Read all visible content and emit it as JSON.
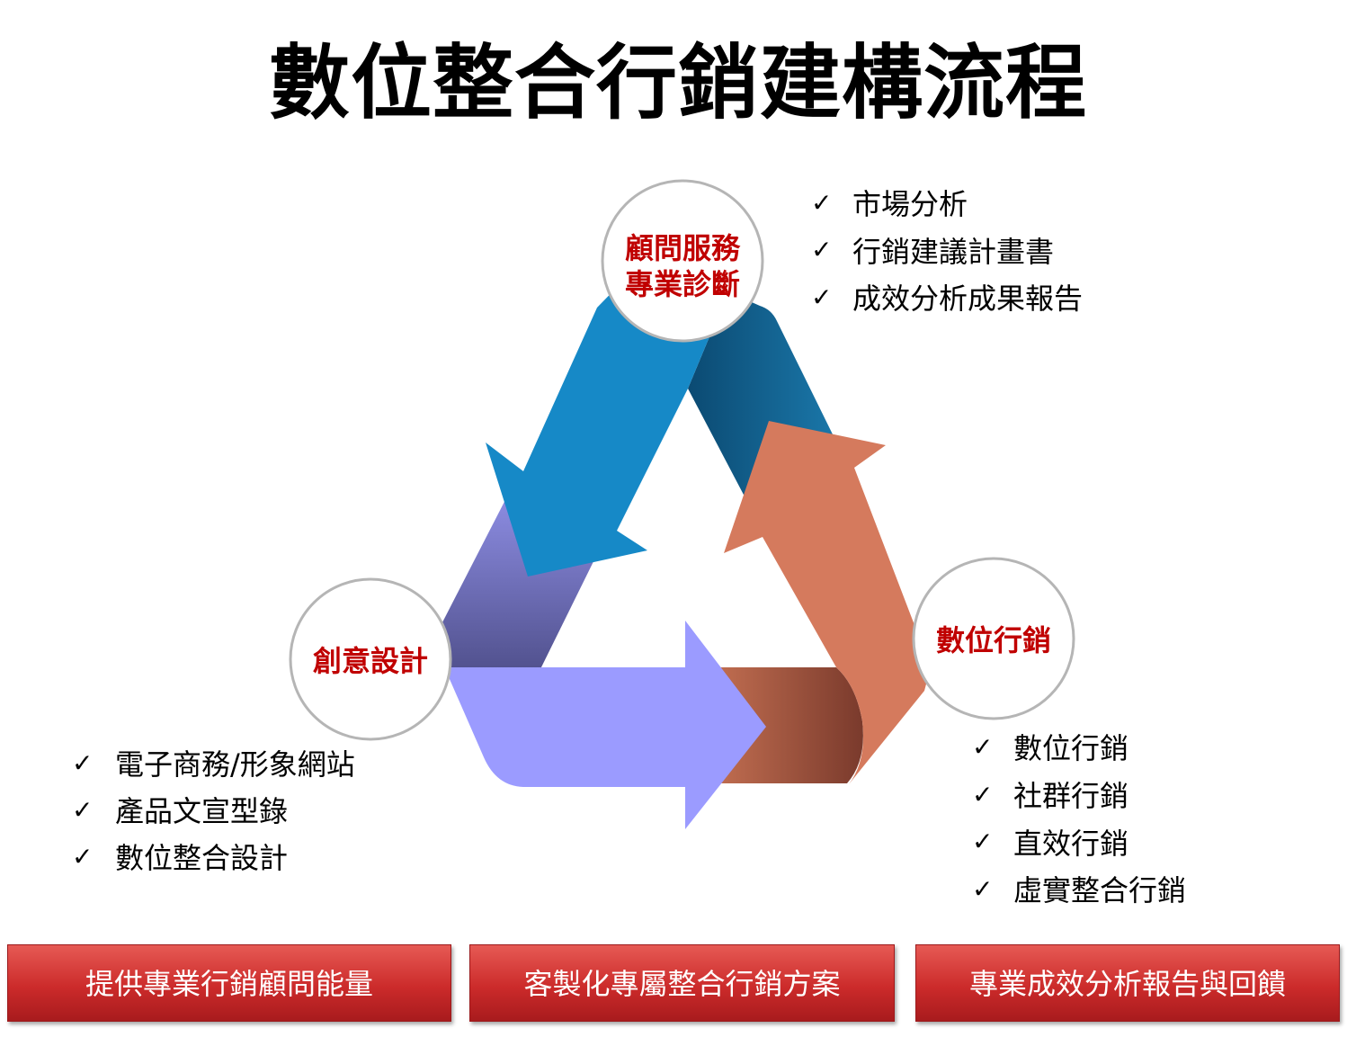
{
  "title": "數位整合行銷建構流程",
  "cycle": {
    "consulting": {
      "lines": [
        "顧問服務",
        "專業診斷"
      ]
    },
    "design": {
      "label": "創意設計"
    },
    "marketing": {
      "label": "數位行銷"
    }
  },
  "check_glyph": "✓",
  "checklists": {
    "consulting": [
      "市場分析",
      "行銷建議計畫書",
      "成效分析成果報告"
    ],
    "design": [
      "電子商務/形象網站",
      "產品文宣型錄",
      "數位整合設計"
    ],
    "marketing": [
      "數位行銷",
      "社群行銷",
      "直效行銷",
      "虛實整合行銷"
    ]
  },
  "banners": [
    "提供專業行銷顧問能量",
    "客製化專屬整合行銷方案",
    "專業成效分析報告與回饋"
  ],
  "colors": {
    "node_label": "#c00000",
    "arrow_blue": "#1689c7",
    "blue_fold_start": "#0b4a72",
    "blue_fold_end": "#1a76a8",
    "arrow_orange": "#d57a5d",
    "orange_fold_start": "#c06d50",
    "orange_fold_end": "#7a3a2c",
    "arrow_purple": "#9b9bff",
    "purple_band_top": "#8e8ee4",
    "purple_band_bottom": "#50508c",
    "circle_stroke": "#b5b5b5",
    "banner_top": "#e65a54",
    "banner_mid": "#cc2b2b",
    "banner_bottom": "#a81b1d",
    "banner_text": "#ffffff"
  }
}
